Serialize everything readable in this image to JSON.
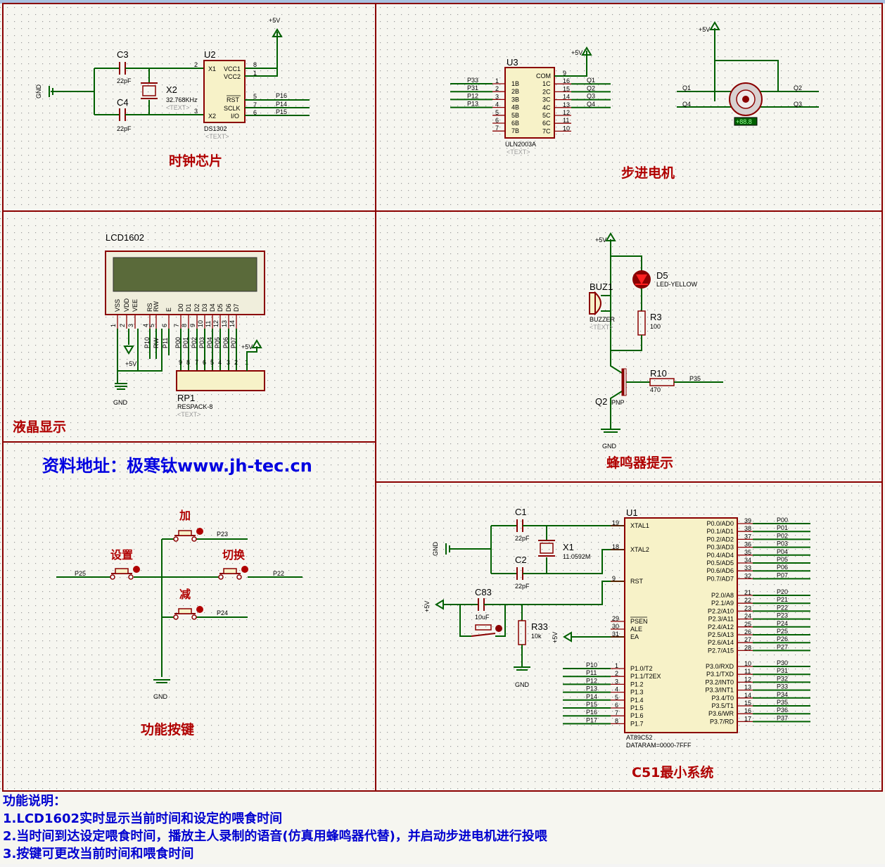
{
  "sections": {
    "clock": "时钟芯片",
    "stepper": "步进电机",
    "lcd": "液晶显示",
    "buzzer": "蜂鸣器提示",
    "keys": "功能按键",
    "mcu": "C51最小系统"
  },
  "resource": "资料地址：极寒钛www.jh-tec.cn",
  "description": {
    "heading": "功能说明：",
    "lines": [
      "1.LCD1602实时显示当前时间和设定的喂食时间",
      "2.当时间到达设定喂食时间，播放主人录制的语音(仿真用蜂鸣器代替)，并启动步进电机进行投喂",
      "3.按键可更改当前时间和喂食时间"
    ]
  },
  "clock": {
    "c3": "C3",
    "c3_val": "22pF",
    "c4": "C4",
    "c4_val": "22pF",
    "x2": "X2",
    "x2_val": "32.768KHz",
    "text_tag": "<TEXT>",
    "u2": "U2",
    "u2_part": "DS1302",
    "gnd": "GND",
    "vcc": "+5V",
    "pins_left": [
      "X1",
      "X2"
    ],
    "pins_right": [
      "VCC1",
      "VCC2",
      "RST",
      "SCLK",
      "I/O"
    ],
    "pin_nums": [
      "2",
      "3",
      "8",
      "1",
      "5",
      "7",
      "6"
    ],
    "nets": [
      "P16",
      "P14",
      "P15"
    ]
  },
  "uln": {
    "ref": "U3",
    "part": "ULN2003A",
    "text_tag": "<TEXT>",
    "vcc": "+5V",
    "in_nets": [
      "P33",
      "P31",
      "P12",
      "P13"
    ],
    "in_pins": [
      "1B",
      "2B",
      "3B",
      "4B",
      "5B",
      "6B",
      "7B"
    ],
    "in_nums": [
      "1",
      "2",
      "3",
      "4",
      "5",
      "6",
      "7"
    ],
    "out_pins": [
      "COM",
      "1C",
      "2C",
      "3C",
      "4C",
      "5C",
      "6C",
      "7C"
    ],
    "out_nums": [
      "9",
      "16",
      "15",
      "14",
      "13",
      "12",
      "11",
      "10"
    ],
    "out_nets": [
      "Q1",
      "Q2",
      "Q3",
      "Q4"
    ]
  },
  "motor": {
    "vcc": "+5V",
    "nets": [
      "Q1",
      "Q2",
      "Q4",
      "Q3"
    ],
    "readout": "+88.8"
  },
  "lcd": {
    "ref": "LCD1602",
    "pins": [
      "VSS",
      "VDD",
      "VEE",
      "RS",
      "RW",
      "E",
      "D0",
      "D1",
      "D2",
      "D3",
      "D4",
      "D5",
      "D6",
      "D7"
    ],
    "nums": [
      "1",
      "2",
      "3",
      "4",
      "5",
      "6",
      "7",
      "8",
      "9",
      "10",
      "11",
      "12",
      "13",
      "14"
    ],
    "nets": [
      "P10",
      "RW",
      "P11",
      "P00",
      "P01",
      "P02",
      "P03",
      "P04",
      "P05",
      "P06",
      "P07"
    ],
    "vcc": "+5V",
    "vcc2": "+5V",
    "gnd": "GND",
    "rp": "RP1",
    "rp_part": "RESPACK-8",
    "text_tag": "<TEXT>",
    "rp_nums": [
      "9",
      "8",
      "7",
      "6",
      "5",
      "4",
      "3",
      "2",
      "1"
    ]
  },
  "buzzer": {
    "vcc": "+5V",
    "d5": "D5",
    "d5_part": "LED-YELLOW",
    "buz": "BUZ1",
    "buz_part": "BUZZER",
    "text_tag": "<TEXT>",
    "r3": "R3",
    "r3_val": "100",
    "r10": "R10",
    "r10_val": "470",
    "net": "P35",
    "q2": "Q2",
    "q2_part": "PNP",
    "gnd": "GND"
  },
  "keys": {
    "add": "加",
    "set": "设置",
    "switch": "切换",
    "sub": "减",
    "nets": [
      "P23",
      "P25",
      "P22",
      "P24"
    ],
    "gnd": "GND"
  },
  "mcu": {
    "c1": "C1",
    "c1_val": "22pF",
    "c2": "C2",
    "c2_val": "22pF",
    "x1": "X1",
    "x1_val": "11.0592M",
    "c83": "C83",
    "c83_val": "10uF",
    "r33": "R33",
    "r33_val": "10k",
    "gnd": "GND",
    "vcc": "+5V",
    "u1": "U1",
    "u1_part": "AT89C52",
    "u1_mem": "DATARAM=0000-7FFF",
    "left_top": [
      "XTAL1",
      "XTAL2",
      "RST",
      "PSEN",
      "ALE",
      "EA"
    ],
    "left_top_nums": [
      "19",
      "18",
      "9",
      "29",
      "30",
      "31"
    ],
    "p1_pins": [
      "P1.0/T2",
      "P1.1/T2EX",
      "P1.2",
      "P1.3",
      "P1.4",
      "P1.5",
      "P1.6",
      "P1.7"
    ],
    "p1_nums": [
      "1",
      "2",
      "3",
      "4",
      "5",
      "6",
      "7",
      "8"
    ],
    "p1_nets": [
      "P10",
      "P11",
      "P12",
      "P13",
      "P14",
      "P15",
      "P16",
      "P17"
    ],
    "p0_pins": [
      "P0.0/AD0",
      "P0.1/AD1",
      "P0.2/AD2",
      "P0.3/AD3",
      "P0.4/AD4",
      "P0.5/AD5",
      "P0.6/AD6",
      "P0.7/AD7"
    ],
    "p0_nums": [
      "39",
      "38",
      "37",
      "36",
      "35",
      "34",
      "33",
      "32"
    ],
    "p0_nets": [
      "P00",
      "P01",
      "P02",
      "P03",
      "P04",
      "P05",
      "P06",
      "P07"
    ],
    "p2_pins": [
      "P2.0/A8",
      "P2.1/A9",
      "P2.2/A10",
      "P2.3/A11",
      "P2.4/A12",
      "P2.5/A13",
      "P2.6/A14",
      "P2.7/A15"
    ],
    "p2_nums": [
      "21",
      "22",
      "23",
      "24",
      "25",
      "26",
      "27",
      "28"
    ],
    "p2_nets": [
      "P20",
      "P21",
      "P22",
      "P23",
      "P24",
      "P25",
      "P26",
      "P27"
    ],
    "p3_pins": [
      "P3.0/RXD",
      "P3.1/TXD",
      "P3.2/INT0",
      "P3.3/INT1",
      "P3.4/T0",
      "P3.5/T1",
      "P3.6/WR",
      "P3.7/RD"
    ],
    "p3_nums": [
      "10",
      "11",
      "12",
      "13",
      "14",
      "15",
      "16",
      "17"
    ],
    "p3_nets": [
      "P30",
      "P31",
      "P32",
      "P33",
      "P34",
      "P35",
      "P36",
      "P37"
    ]
  }
}
